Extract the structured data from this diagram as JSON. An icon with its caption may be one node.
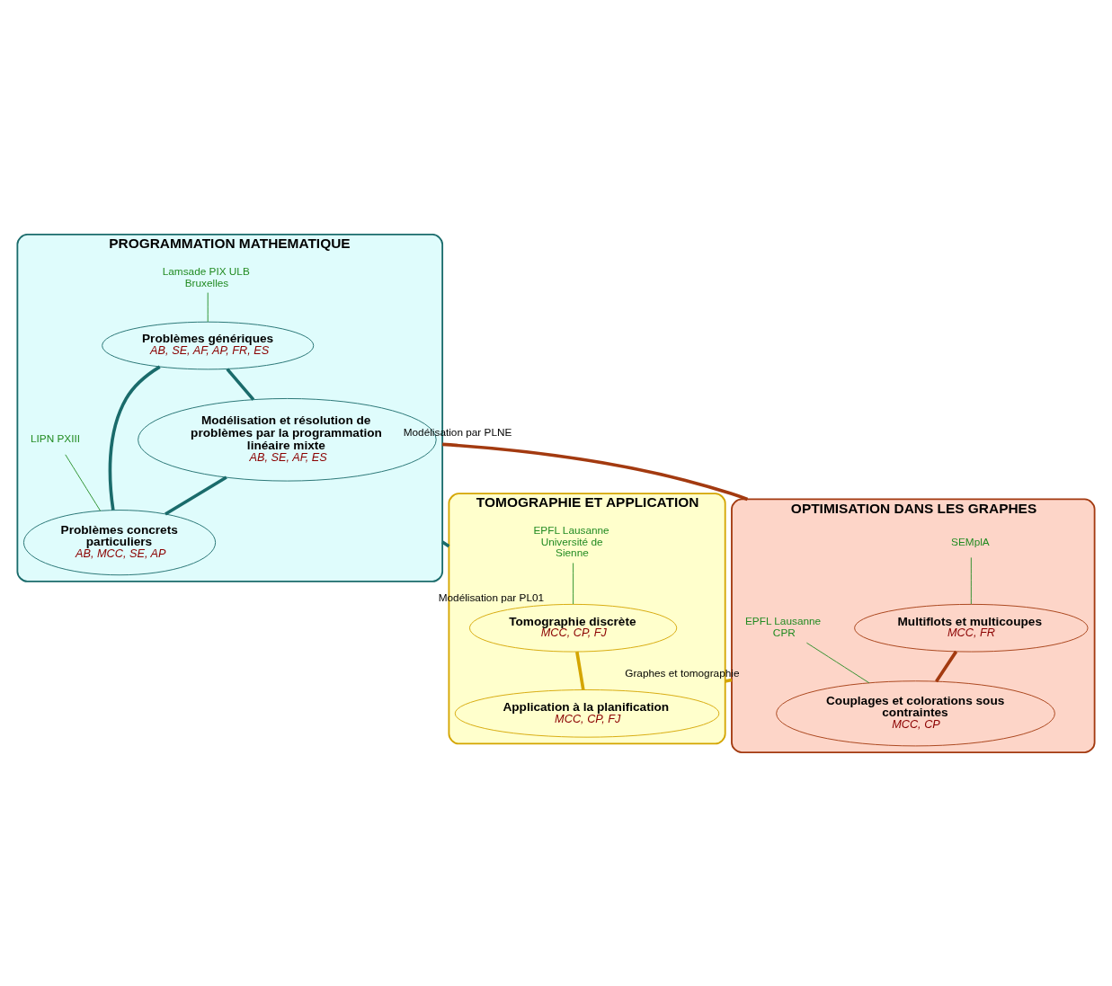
{
  "diagram": {
    "nodes": [
      {
        "text": [
          "PROGRAMMATION MATHEMATIQUE"
        ]
      },
      {
        "text": [
          "Lamsade PIX ULB Bruxelles"
        ],
        "in": 0
      },
      {
        "text": [
          "Problèmes génériques",
          "AB, SE, AF, AP, FR, ES"
        ],
        "in": 0
      },
      {
        "text": [
          "LIPN PXIII"
        ],
        "in": 0
      },
      {
        "text": [
          "Problèmes concrets particuliers",
          "AB, MCC, SE, AP"
        ],
        "in": 0
      },
      {
        "text": [
          "Modélisation et résolution de problèmes par la programmation linéaire mixte",
          "AB, SE, AF, ES"
        ],
        "in": 0
      },
      {
        "text": [
          "TOMOGRAPHIE ET APPLICATION"
        ]
      },
      {
        "text": [
          "Tomographie discrète",
          "MCC, CP, FJ"
        ],
        "in": 6
      },
      {
        "text": [
          "EPFL Lausanne Université de Sienne"
        ],
        "in": 6
      },
      {
        "text": [
          "Application à la planification",
          "MCC, CP, FJ"
        ],
        "in": 6
      },
      {
        "text": [
          "OPTIMISATION DANS LES GRAPHES"
        ]
      },
      {
        "text": [
          "Multiflots et multicoupes",
          "MCC, FR"
        ],
        "in": 10
      },
      {
        "text": [
          "SEMplA"
        ],
        "in": 10
      },
      {
        "text": [
          "EPFL Lausanne CPR"
        ],
        "in": 10
      },
      {
        "text": [
          "Couplages et colorations sous contraintes",
          "MCC, CP"
        ],
        "in": 10
      }
    ],
    "edges": [
      {
        "from": 1,
        "to": 2,
        "arrow": "none",
        "color": "#228b22"
      },
      {
        "from": 2,
        "to": 5,
        "arrow": "none",
        "color": "#1a6b6b"
      },
      {
        "from": 2,
        "to": 4,
        "arrow": "none",
        "color": "#1a6b6b"
      },
      {
        "from": 3,
        "to": 4,
        "arrow": "none",
        "color": "#228b22"
      },
      {
        "from": 5,
        "to": 4,
        "arrow": "none",
        "color": "#1a6b6b"
      },
      {
        "from": 0,
        "to": 6,
        "arrow": "none",
        "label": "Modélisation par PL01",
        "color": "#1a6b6b"
      },
      {
        "from": 0,
        "to": 10,
        "arrow": "none",
        "label": "Modélisation par PLNE",
        "color": "#a33a10"
      },
      {
        "from": 8,
        "to": 7,
        "arrow": "none",
        "color": "#228b22"
      },
      {
        "from": 7,
        "to": 9,
        "arrow": "none",
        "color": "#d4a500"
      },
      {
        "from": 6,
        "to": 10,
        "arrow": "none",
        "label": "Graphes et tomographie",
        "color": "#d4a500"
      },
      {
        "from": 12,
        "to": 11,
        "arrow": "none",
        "color": "#228b22"
      },
      {
        "from": 11,
        "to": 14,
        "arrow": "none",
        "color": "#a33a10"
      },
      {
        "from": 13,
        "to": 14,
        "arrow": "none",
        "color": "#228b22"
      }
    ]
  }
}
